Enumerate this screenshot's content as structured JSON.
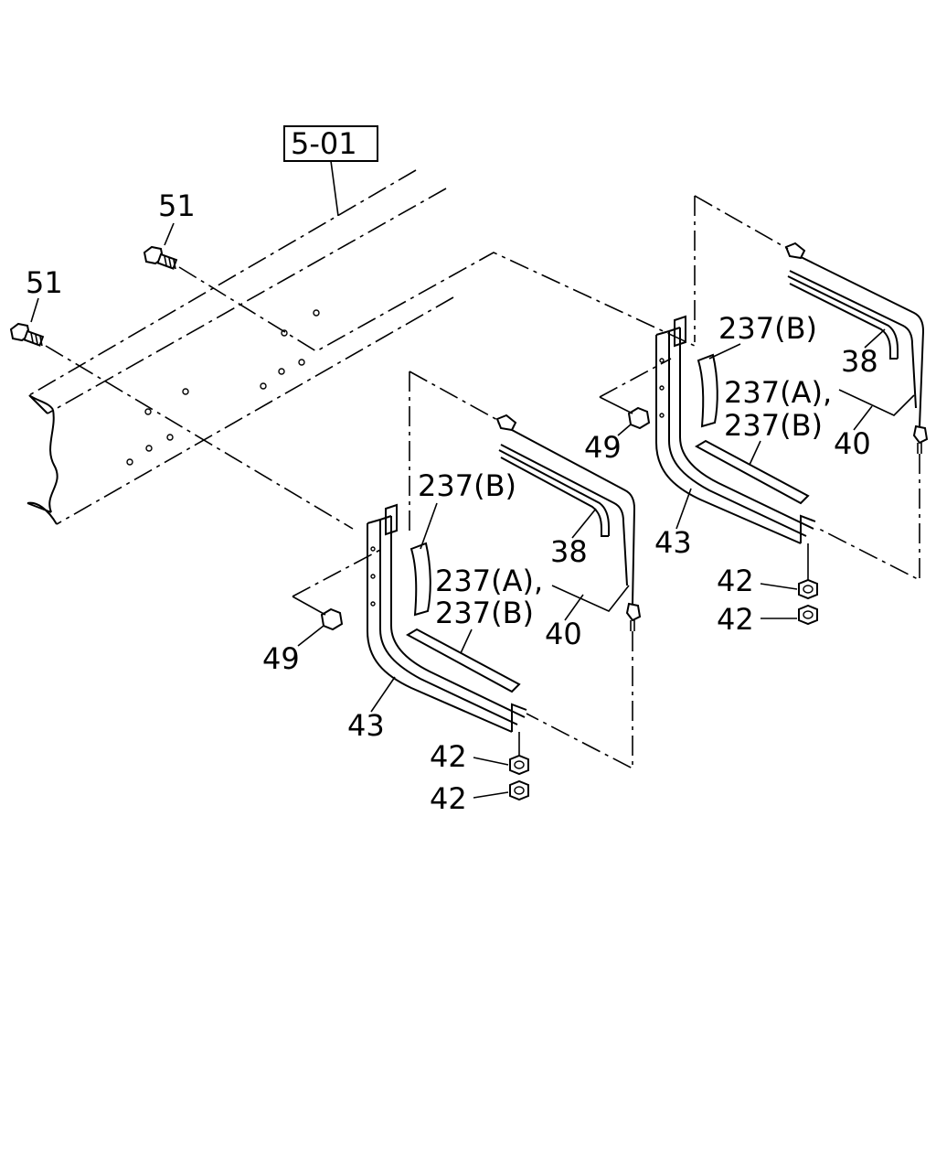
{
  "reference_box": "5-01",
  "labels": {
    "bolt_upper": "51",
    "bolt_lower": "51",
    "front_seal_b_top": "237(B)",
    "front_seal_a": "237(A),",
    "front_seal_b_bottom": "237(B)",
    "front_strap_38": "38",
    "front_strap_40": "40",
    "front_nut_49": "49",
    "front_bracket_43": "43",
    "front_nut_42_top": "42",
    "front_nut_42_bottom": "42",
    "rear_seal_b_top": "237(B)",
    "rear_seal_a": "237(A),",
    "rear_seal_b_bottom": "237(B)",
    "rear_strap_38": "38",
    "rear_strap_40": "40",
    "rear_nut_49": "49",
    "rear_bracket_43": "43",
    "rear_nut_42_top": "42",
    "rear_nut_42_bottom": "42"
  }
}
